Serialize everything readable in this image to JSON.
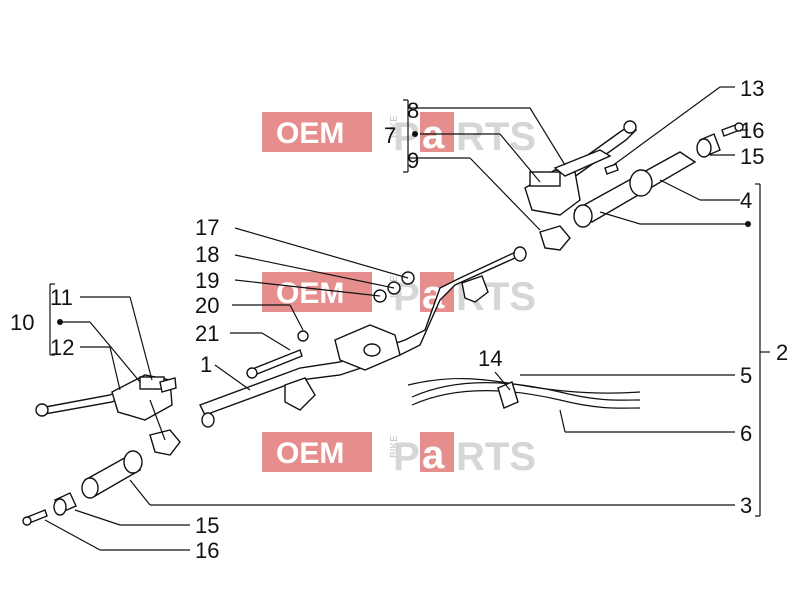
{
  "watermark": {
    "oem": "OEM",
    "bike": "BIKE",
    "p": "P",
    "a": "a",
    "rts": "RTS"
  },
  "labels": {
    "l1": "1",
    "l2": "2",
    "l3": "3",
    "l4": "4",
    "l5": "5",
    "l6": "6",
    "l7": "7",
    "l8": "8",
    "l9": "9",
    "l10": "10",
    "l11": "11",
    "l12": "12",
    "l13": "13",
    "l14": "14",
    "l15a": "15",
    "l16a": "16",
    "l15b": "15",
    "l16b": "16",
    "l17": "17",
    "l18": "18",
    "l19": "19",
    "l20": "20",
    "l21": "21"
  },
  "colors": {
    "watermark_red": "#e05a5a",
    "watermark_gray": "#cfcfcf",
    "line": "#111111"
  }
}
